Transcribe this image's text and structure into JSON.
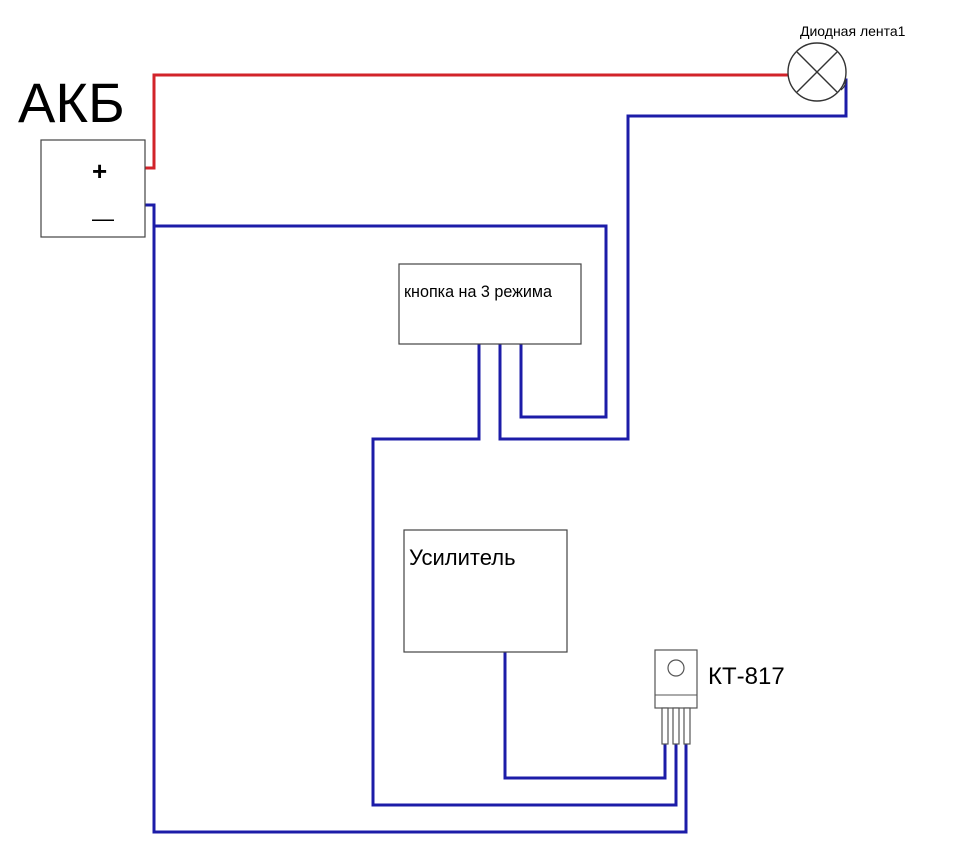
{
  "colors": {
    "positive_wire": "#d2232a",
    "negative_wire": "#1c1ca8",
    "outline": "#444444"
  },
  "battery": {
    "title": "АКБ",
    "plus": "+",
    "minus": "—"
  },
  "led_strip": {
    "label": "Диодная лента1",
    "icon": "lamp-symbol-icon"
  },
  "switch": {
    "label": "кнопка на 3 режима"
  },
  "amplifier": {
    "label": "Усилитель"
  },
  "transistor": {
    "label": "КТ-817",
    "icon": "to126-transistor-icon"
  }
}
